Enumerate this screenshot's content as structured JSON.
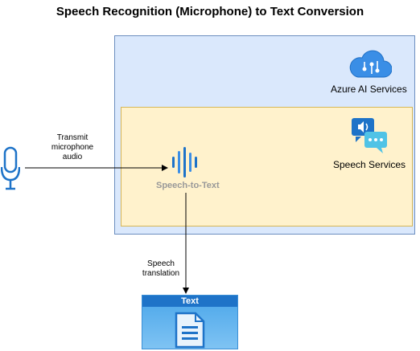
{
  "title": "Speech Recognition (Microphone) to Text Conversion",
  "containers": {
    "azure": {
      "label": "Azure AI Services",
      "icon": "azure-ai-cloud-icon"
    },
    "speech": {
      "label": "Speech Services",
      "icon": "speech-services-icon"
    }
  },
  "nodes": {
    "microphone": {
      "icon": "microphone-icon"
    },
    "stt": {
      "label": "Speech-to-Text",
      "icon": "waveform-icon"
    },
    "text_output": {
      "label": "Text",
      "icon": "document-icon"
    }
  },
  "edges": {
    "transmit": {
      "line1": "Transmit",
      "line2": "microphone",
      "line3": "audio"
    },
    "speech_translation": {
      "line1": "Speech",
      "line2": "translation"
    }
  },
  "colors": {
    "azure_fill": "#dae8fc",
    "azure_border": "#6c8ebf",
    "speech_fill": "#fff2cc",
    "speech_border": "#d6b656",
    "icon_blue": "#1e73c8",
    "muted_label": "#999999"
  }
}
